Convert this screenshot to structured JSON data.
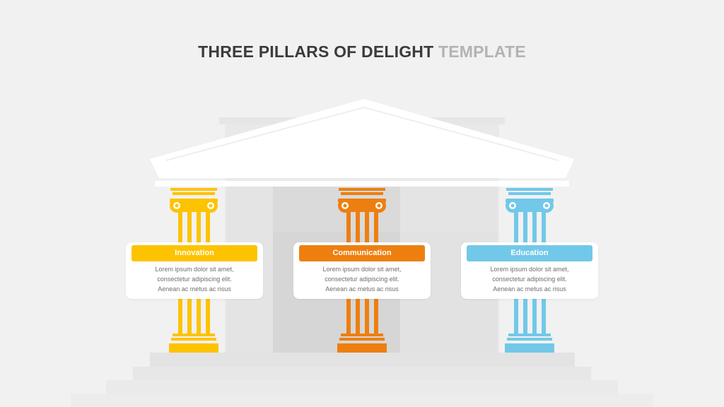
{
  "title": {
    "main": "THREE PILLARS OF DELIGHT",
    "accent": "TEMPLATE"
  },
  "pillars": [
    {
      "label": "Innovation",
      "color": "#fdc300",
      "lines": [
        "Lorem ipsum dolor sit amet,",
        "consectetur adipiscing elit.",
        "Aenean ac metus ac risus"
      ]
    },
    {
      "label": "Communication",
      "color": "#ed7f10",
      "lines": [
        "Lorem ipsum dolor sit amet,",
        "consectetur adipiscing elit.",
        "Aenean ac metus ac risus"
      ]
    },
    {
      "label": "Education",
      "color": "#72c8e8",
      "lines": [
        "Lorem ipsum dolor sit amet,",
        "consectetur adipiscing elit.",
        "Aenean ac metus ac risus"
      ]
    }
  ]
}
